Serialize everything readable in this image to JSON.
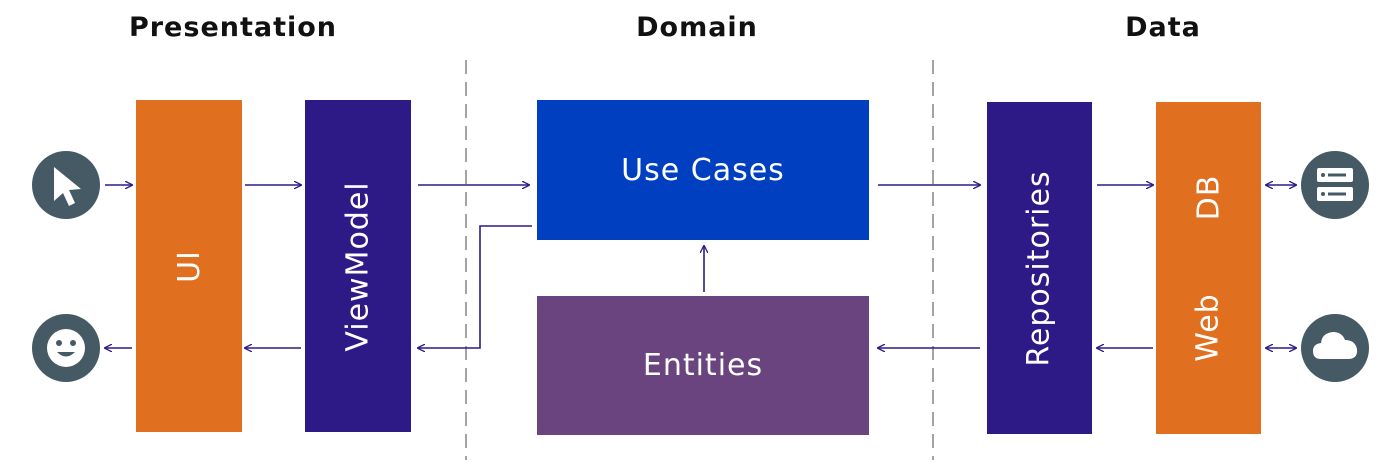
{
  "sections": {
    "presentation": "Presentation",
    "domain": "Domain",
    "data": "Data"
  },
  "presentation": {
    "ui_label": "UI",
    "viewmodel_label": "ViewModel"
  },
  "domain": {
    "use_cases_label": "Use Cases",
    "entities_label": "Entities"
  },
  "data": {
    "repositories_label": "Repositories",
    "db_label": "DB",
    "web_label": "Web"
  },
  "colors": {
    "orange": "#e07020",
    "indigo": "#2e1a87",
    "blue": "#003fbf",
    "purple": "#6a447f",
    "icon_circle": "#455a64",
    "arrow": "#2e1a87",
    "divider": "#666666"
  },
  "icons": [
    "cursor-icon",
    "smiley-icon",
    "server-icon",
    "cloud-icon"
  ]
}
